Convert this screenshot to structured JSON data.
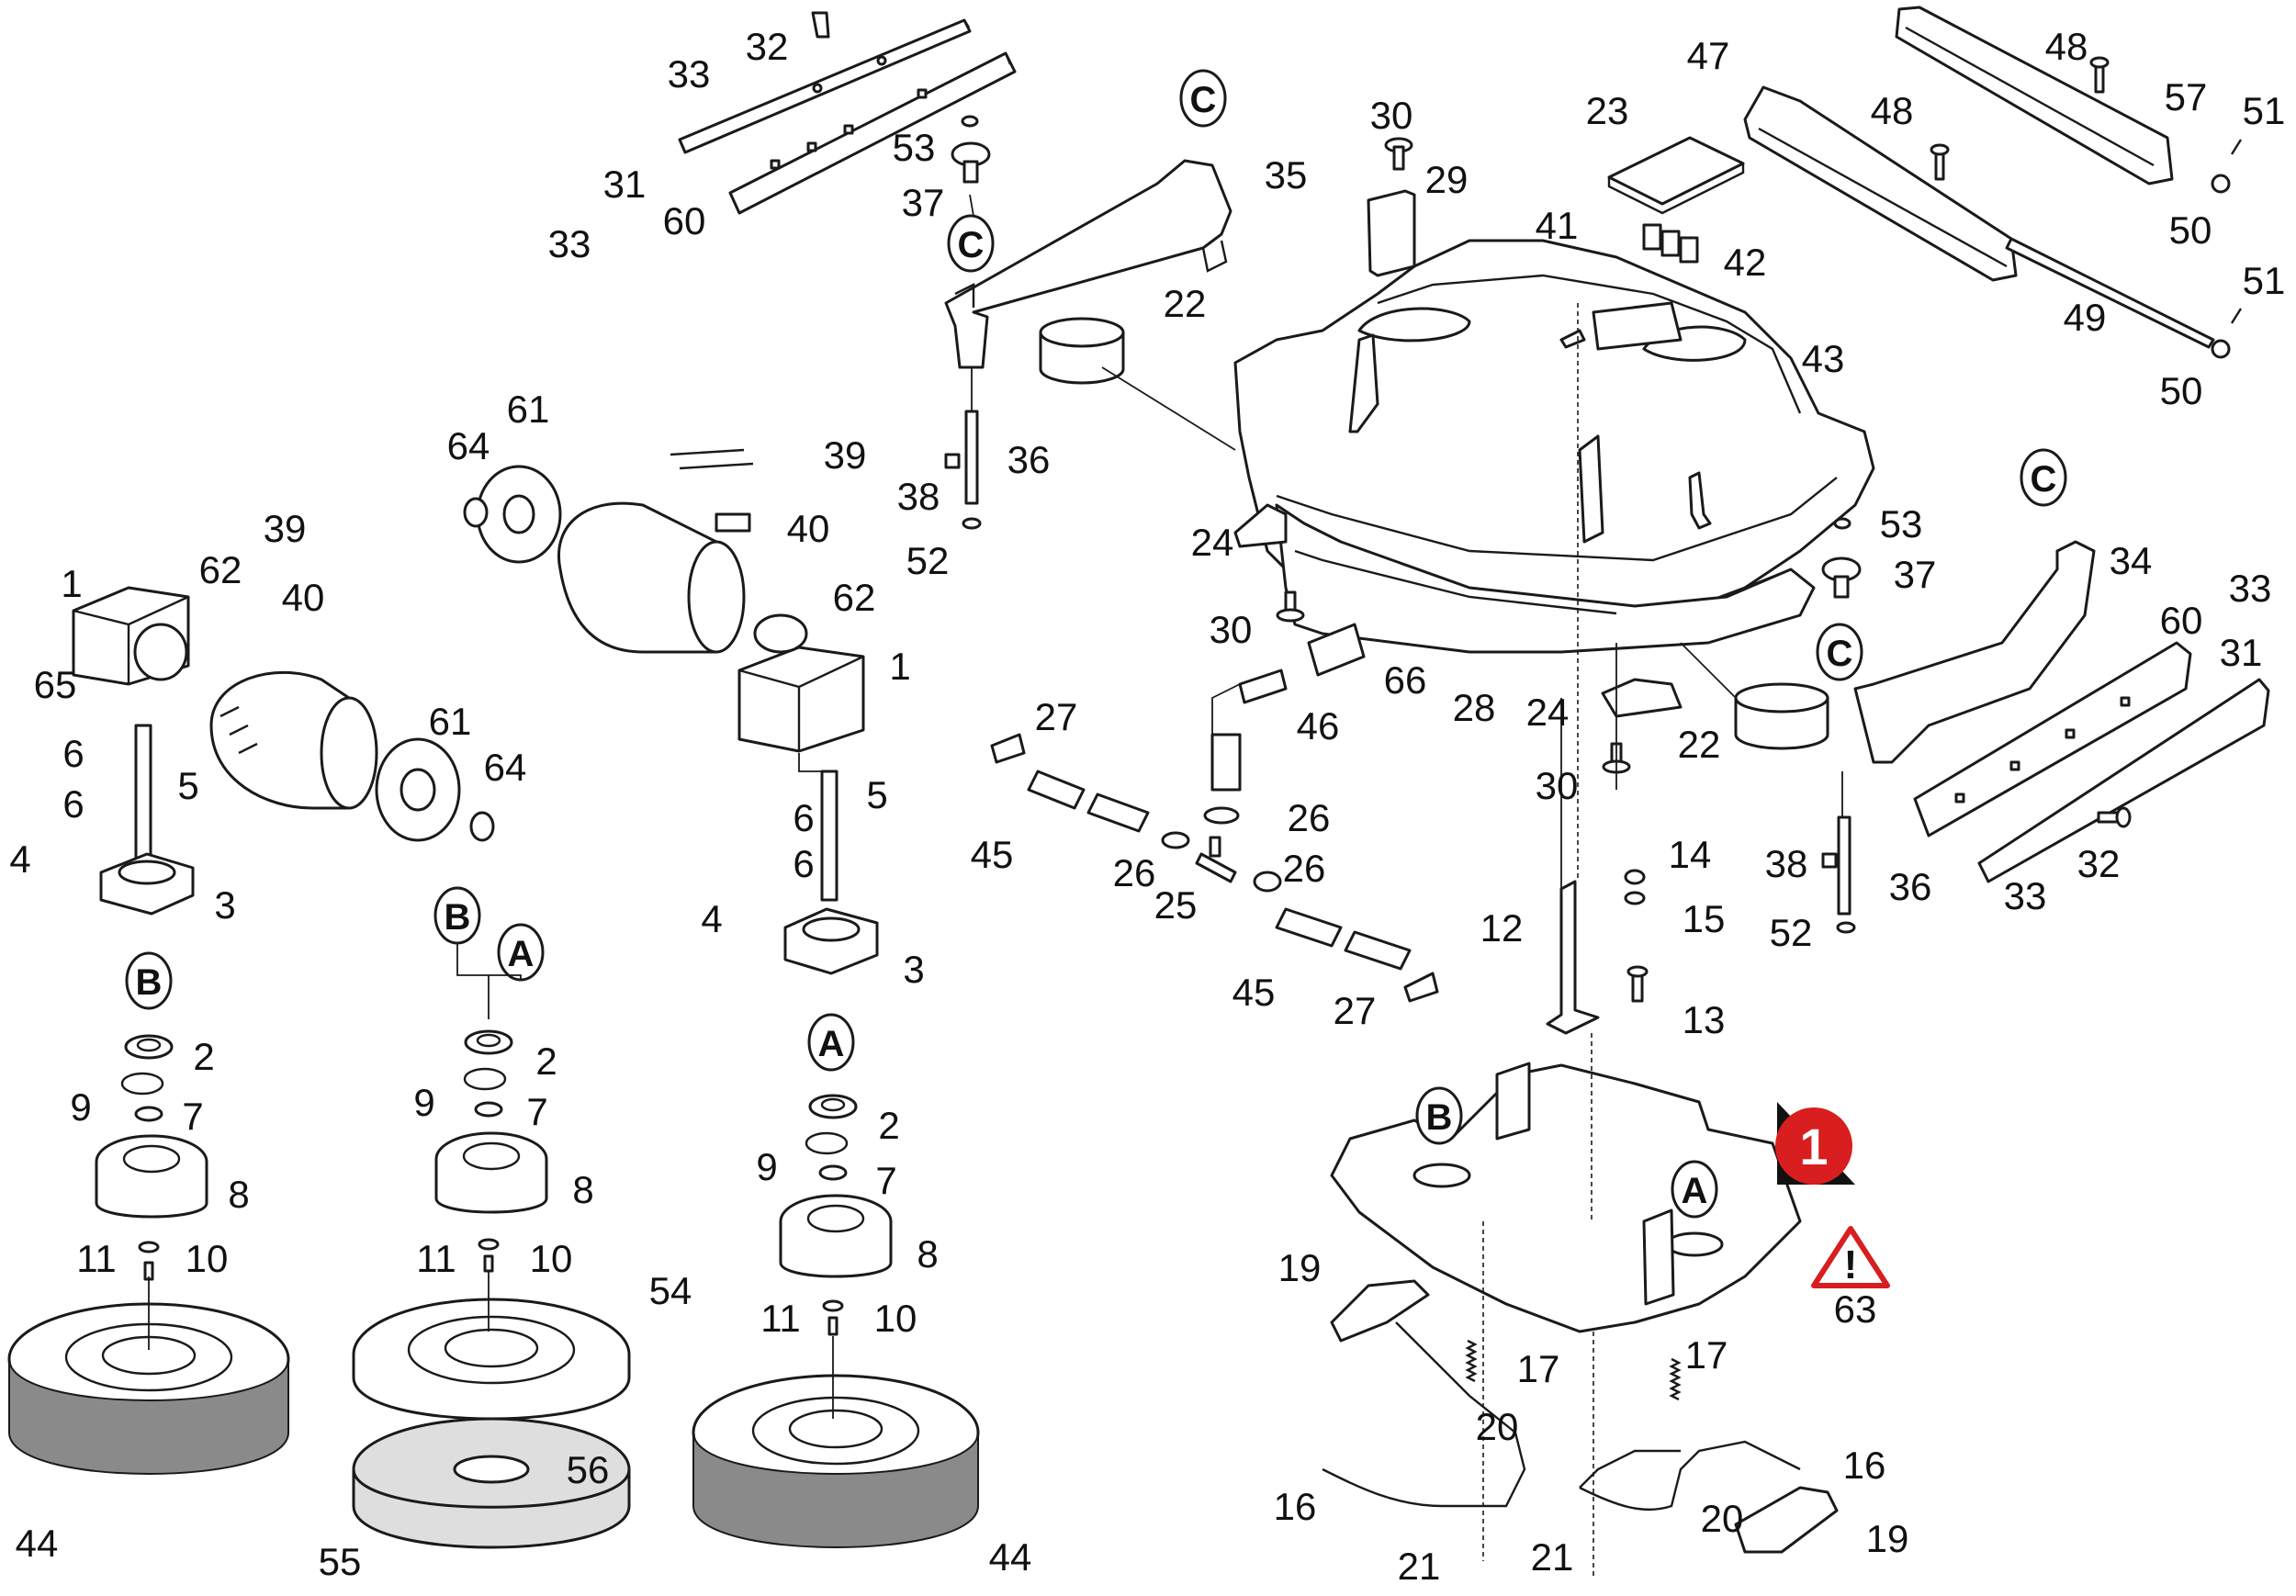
{
  "diagram": {
    "callouts": [
      {
        "id": "c1a",
        "text": "1"
      },
      {
        "id": "c1b",
        "text": "1"
      },
      {
        "id": "c2a",
        "text": "2"
      },
      {
        "id": "c2b",
        "text": "2"
      },
      {
        "id": "c2c",
        "text": "2"
      },
      {
        "id": "c3a",
        "text": "3"
      },
      {
        "id": "c3b",
        "text": "3"
      },
      {
        "id": "c4a",
        "text": "4"
      },
      {
        "id": "c4b",
        "text": "4"
      },
      {
        "id": "c5a",
        "text": "5"
      },
      {
        "id": "c5b",
        "text": "5"
      },
      {
        "id": "c6a",
        "text": "6"
      },
      {
        "id": "c6b",
        "text": "6"
      },
      {
        "id": "c6c",
        "text": "6"
      },
      {
        "id": "c6d",
        "text": "6"
      },
      {
        "id": "c7a",
        "text": "7"
      },
      {
        "id": "c7b",
        "text": "7"
      },
      {
        "id": "c7c",
        "text": "7"
      },
      {
        "id": "c8a",
        "text": "8"
      },
      {
        "id": "c8b",
        "text": "8"
      },
      {
        "id": "c8c",
        "text": "8"
      },
      {
        "id": "c9a",
        "text": "9"
      },
      {
        "id": "c9b",
        "text": "9"
      },
      {
        "id": "c9c",
        "text": "9"
      },
      {
        "id": "c10a",
        "text": "10"
      },
      {
        "id": "c10b",
        "text": "10"
      },
      {
        "id": "c10c",
        "text": "10"
      },
      {
        "id": "c11a",
        "text": "11"
      },
      {
        "id": "c11b",
        "text": "11"
      },
      {
        "id": "c11c",
        "text": "11"
      },
      {
        "id": "c12",
        "text": "12"
      },
      {
        "id": "c13",
        "text": "13"
      },
      {
        "id": "c14",
        "text": "14"
      },
      {
        "id": "c15",
        "text": "15"
      },
      {
        "id": "c16a",
        "text": "16"
      },
      {
        "id": "c16b",
        "text": "16"
      },
      {
        "id": "c17a",
        "text": "17"
      },
      {
        "id": "c17b",
        "text": "17"
      },
      {
        "id": "c19a",
        "text": "19"
      },
      {
        "id": "c19b",
        "text": "19"
      },
      {
        "id": "c20a",
        "text": "20"
      },
      {
        "id": "c20b",
        "text": "20"
      },
      {
        "id": "c21a",
        "text": "21"
      },
      {
        "id": "c21b",
        "text": "21"
      },
      {
        "id": "c22a",
        "text": "22"
      },
      {
        "id": "c22b",
        "text": "22"
      },
      {
        "id": "c23",
        "text": "23"
      },
      {
        "id": "c24a",
        "text": "24"
      },
      {
        "id": "c24b",
        "text": "24"
      },
      {
        "id": "c25",
        "text": "25"
      },
      {
        "id": "c26a",
        "text": "26"
      },
      {
        "id": "c26b",
        "text": "26"
      },
      {
        "id": "c26c",
        "text": "26"
      },
      {
        "id": "c27a",
        "text": "27"
      },
      {
        "id": "c27b",
        "text": "27"
      },
      {
        "id": "c28",
        "text": "28"
      },
      {
        "id": "c29",
        "text": "29"
      },
      {
        "id": "c30a",
        "text": "30"
      },
      {
        "id": "c30b",
        "text": "30"
      },
      {
        "id": "c30c",
        "text": "30"
      },
      {
        "id": "c31a",
        "text": "31"
      },
      {
        "id": "c31b",
        "text": "31"
      },
      {
        "id": "c32a",
        "text": "32"
      },
      {
        "id": "c32b",
        "text": "32"
      },
      {
        "id": "c33a",
        "text": "33"
      },
      {
        "id": "c33b",
        "text": "33"
      },
      {
        "id": "c33c",
        "text": "33"
      },
      {
        "id": "c33d",
        "text": "33"
      },
      {
        "id": "c34",
        "text": "34"
      },
      {
        "id": "c35",
        "text": "35"
      },
      {
        "id": "c36a",
        "text": "36"
      },
      {
        "id": "c36b",
        "text": "36"
      },
      {
        "id": "c37a",
        "text": "37"
      },
      {
        "id": "c37b",
        "text": "37"
      },
      {
        "id": "c38a",
        "text": "38"
      },
      {
        "id": "c38b",
        "text": "38"
      },
      {
        "id": "c39a",
        "text": "39"
      },
      {
        "id": "c39b",
        "text": "39"
      },
      {
        "id": "c40a",
        "text": "40"
      },
      {
        "id": "c40b",
        "text": "40"
      },
      {
        "id": "c41",
        "text": "41"
      },
      {
        "id": "c42",
        "text": "42"
      },
      {
        "id": "c43",
        "text": "43"
      },
      {
        "id": "c44a",
        "text": "44"
      },
      {
        "id": "c44b",
        "text": "44"
      },
      {
        "id": "c45a",
        "text": "45"
      },
      {
        "id": "c45b",
        "text": "45"
      },
      {
        "id": "c46",
        "text": "46"
      },
      {
        "id": "c47",
        "text": "47"
      },
      {
        "id": "c48a",
        "text": "48"
      },
      {
        "id": "c48b",
        "text": "48"
      },
      {
        "id": "c49",
        "text": "49"
      },
      {
        "id": "c50a",
        "text": "50"
      },
      {
        "id": "c50b",
        "text": "50"
      },
      {
        "id": "c51a",
        "text": "51"
      },
      {
        "id": "c51b",
        "text": "51"
      },
      {
        "id": "c52a",
        "text": "52"
      },
      {
        "id": "c52b",
        "text": "52"
      },
      {
        "id": "c53a",
        "text": "53"
      },
      {
        "id": "c53b",
        "text": "53"
      },
      {
        "id": "c54",
        "text": "54"
      },
      {
        "id": "c55",
        "text": "55"
      },
      {
        "id": "c56",
        "text": "56"
      },
      {
        "id": "c57",
        "text": "57"
      },
      {
        "id": "c60a",
        "text": "60"
      },
      {
        "id": "c60b",
        "text": "60"
      },
      {
        "id": "c61a",
        "text": "61"
      },
      {
        "id": "c61b",
        "text": "61"
      },
      {
        "id": "c62a",
        "text": "62"
      },
      {
        "id": "c62b",
        "text": "62"
      },
      {
        "id": "c63",
        "text": "63"
      },
      {
        "id": "c64a",
        "text": "64"
      },
      {
        "id": "c64b",
        "text": "64"
      },
      {
        "id": "c65",
        "text": "65"
      },
      {
        "id": "c66",
        "text": "66"
      }
    ],
    "references": [
      {
        "id": "rC1",
        "text": "C"
      },
      {
        "id": "rC2",
        "text": "C"
      },
      {
        "id": "rC3",
        "text": "C"
      },
      {
        "id": "rC4",
        "text": "C"
      },
      {
        "id": "rB1",
        "text": "B"
      },
      {
        "id": "rB2",
        "text": "B"
      },
      {
        "id": "rB3",
        "text": "B"
      },
      {
        "id": "rA1",
        "text": "A"
      },
      {
        "id": "rA2",
        "text": "A"
      },
      {
        "id": "rA3",
        "text": "A"
      }
    ],
    "page_badge": "1",
    "warning_symbol": "!",
    "colors": {
      "line": "#1a1a1a",
      "badge": "#d81e1e",
      "warning": "#d81e1e",
      "accessory": "#dedede"
    }
  }
}
